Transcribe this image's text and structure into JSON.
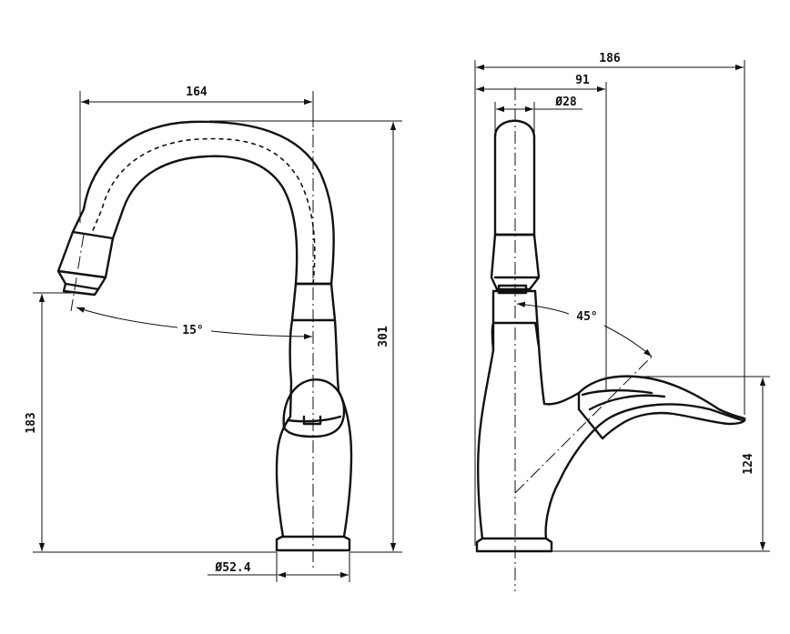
{
  "colors": {
    "ink": "#111111",
    "paper": "#ffffff"
  },
  "front_view": {
    "spout_reach": "164",
    "total_height": "301",
    "outlet_height": "183",
    "swivel_angle": "15°",
    "base_diameter": "Ø52.4"
  },
  "side_view": {
    "overall_depth": "186",
    "spout_offset": "91",
    "spout_diameter": "Ø28",
    "lever_angle": "45°",
    "lever_height": "124"
  }
}
